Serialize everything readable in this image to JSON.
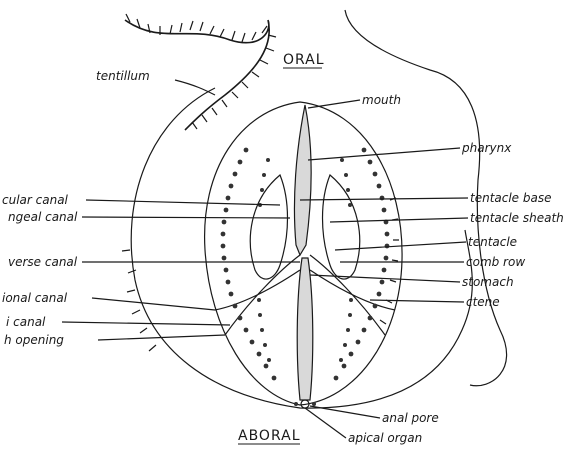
{
  "orientation": {
    "oral": "ORAL",
    "aboral": "ABORAL"
  },
  "labels_left": {
    "tentillum": "tentillum",
    "circular_canal": "cular canal",
    "pharyngeal_canal": "ngeal canal",
    "transverse_canal": "verse canal",
    "meridional_canal": "ional canal",
    "anal_canal": "i canal",
    "tentacle_opening": "h opening"
  },
  "labels_right": {
    "mouth": "mouth",
    "pharynx": "pharynx",
    "tentacle_base": "tentacle base",
    "tentacle_sheath": "tentacle sheath",
    "tentacle": "tentacle",
    "comb_row": "comb row",
    "stomach": "stomach",
    "ctene": "ctene",
    "anal_pore": "anal pore",
    "apical_organ": "apical organ"
  }
}
